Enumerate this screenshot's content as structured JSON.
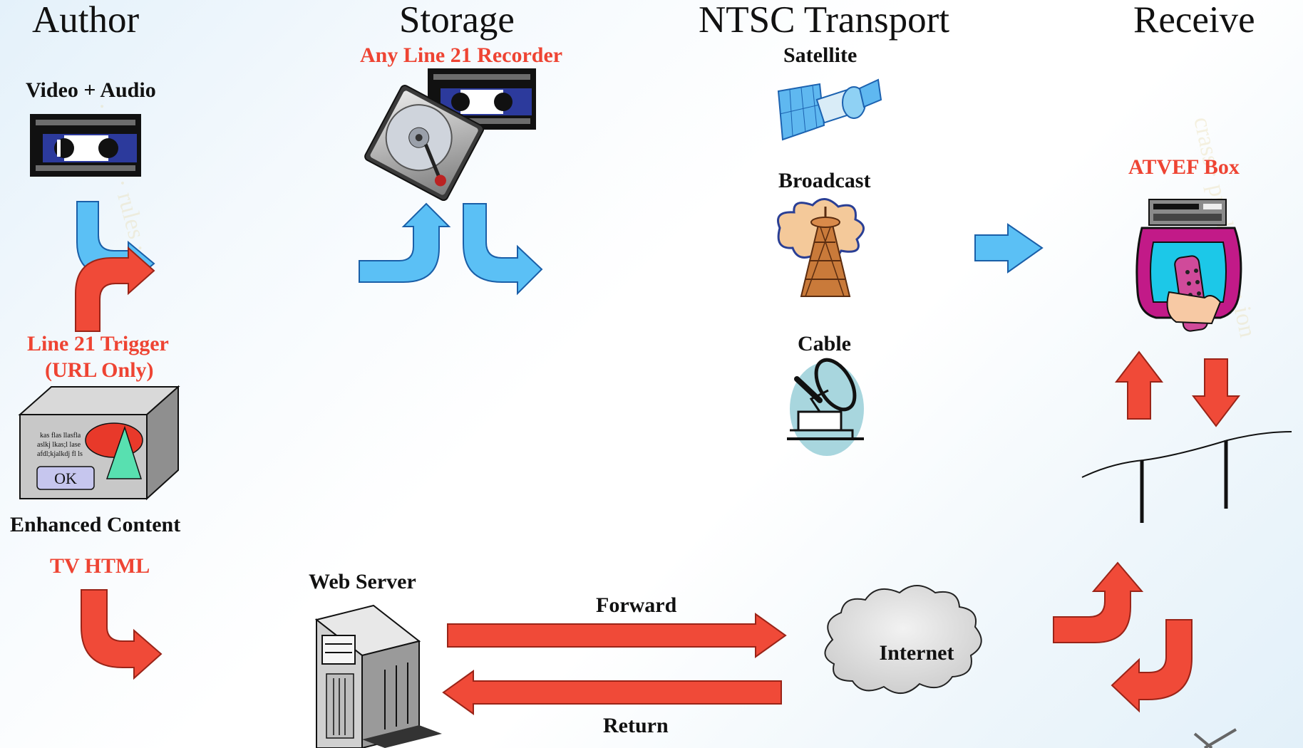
{
  "headers": {
    "author": "Author",
    "storage": "Storage",
    "transport": "NTSC Transport",
    "receive": "Receive"
  },
  "labels": {
    "video_audio": "Video + Audio",
    "any_line21_recorder": "Any Line 21 Recorder",
    "satellite": "Satellite",
    "broadcast": "Broadcast",
    "cable": "Cable",
    "atvef_box": "ATVEF Box",
    "line21_trigger": "Line 21 Trigger",
    "url_only": "(URL Only)",
    "enhanced_content": "Enhanced Content",
    "tv_html": "TV HTML",
    "web_server": "Web Server",
    "forward": "Forward",
    "return": "Return",
    "internet": "Internet"
  },
  "content_box": {
    "text_line1": "kas  flas llasfla",
    "text_line2": "aslkj lkas;l lase",
    "text_line3": "afdl;kjalkdj fl ls",
    "ok_button": "OK"
  },
  "colors": {
    "blue_arrow": "#5bc0f5",
    "red_arrow": "#f04a38",
    "red_label": "#ee4433"
  }
}
